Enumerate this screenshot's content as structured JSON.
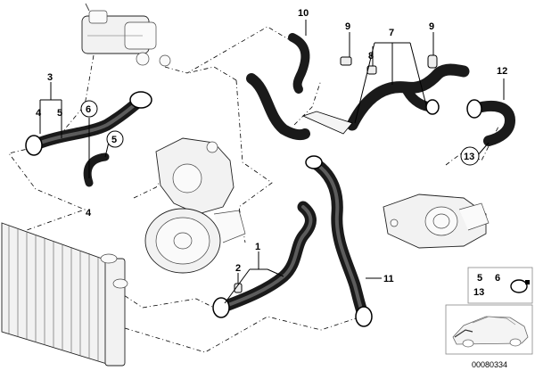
{
  "diagram": {
    "callouts": {
      "c1": "1",
      "c2": "2",
      "c3": "3",
      "c4a": "4",
      "c5a": "5",
      "c6": "6",
      "c5b": "5",
      "c4b": "4",
      "c7": "7",
      "c8": "8",
      "c9a": "9",
      "c9b": "9",
      "c10": "10",
      "c11": "11",
      "c12": "12",
      "c13": "13"
    },
    "legend": {
      "label_5": "5",
      "label_6": "6",
      "label_13": "13"
    },
    "image_code": "00080334"
  }
}
